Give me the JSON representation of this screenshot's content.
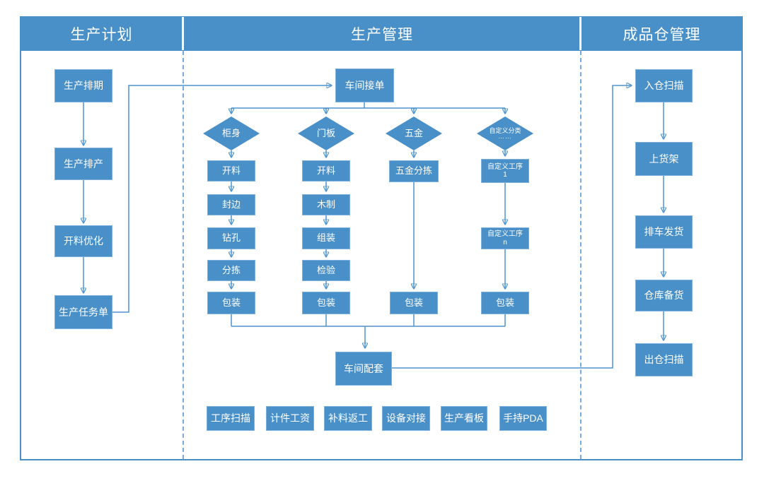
{
  "colors": {
    "primary": "#4A90C8",
    "line": "#4E94CE",
    "divider_dash": "#79ACDC",
    "text": "#FFFFFF"
  },
  "headers": {
    "plan": "生产计划",
    "production": "生产管理",
    "warehouse": "成品仓管理"
  },
  "plan_flow": {
    "nodes": [
      {
        "label": "生产排期"
      },
      {
        "label": "生产排产"
      },
      {
        "label": "开料优化"
      },
      {
        "label": "生产任务单"
      }
    ]
  },
  "production_flow": {
    "intake": {
      "label": "车间接单"
    },
    "branches": [
      {
        "label": "柜身",
        "steps": [
          "开料",
          "封边",
          "钻孔",
          "分拣",
          "包装"
        ]
      },
      {
        "label": "门板",
        "steps": [
          "开料",
          "木制",
          "组装",
          "检验",
          "包装"
        ]
      },
      {
        "label": "五金",
        "steps": [
          "五金分拣",
          "包装"
        ]
      },
      {
        "label": "自定义分类",
        "ellipsis": "……",
        "custom_steps": [
          {
            "line1": "自定义工序",
            "line2": "1"
          },
          {
            "line1": "自定义工序",
            "line2": "n"
          }
        ],
        "last_step": "包装"
      }
    ],
    "kitting": {
      "label": "车间配套"
    },
    "features": [
      "工序扫描",
      "计件工资",
      "补料返工",
      "设备对接",
      "生产看板",
      "手持PDA"
    ]
  },
  "warehouse_flow": {
    "nodes": [
      {
        "label": "入仓扫描"
      },
      {
        "label": "上货架"
      },
      {
        "label": "排车发货"
      },
      {
        "label": "仓库备货"
      },
      {
        "label": "出仓扫描"
      }
    ]
  }
}
